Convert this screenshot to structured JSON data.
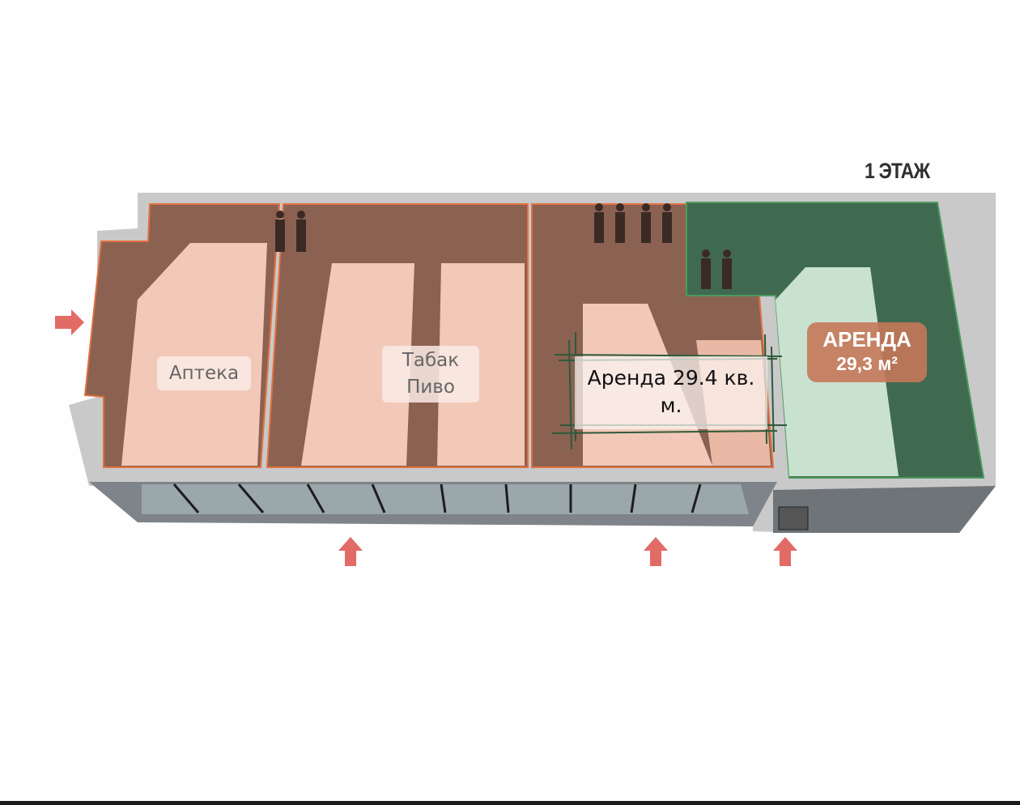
{
  "floor_title": "1 ЭТАЖ",
  "rooms": {
    "pharmacy": "Аптека",
    "tobacco_line1": "Табак",
    "tobacco_line2": "Пиво",
    "rent_note_line1": "Аренда 29.4 кв.",
    "rent_note_line2": "м.",
    "rent_badge_title": "АРЕНДА",
    "rent_badge_area": "29,3 м²"
  },
  "colors": {
    "occupied_floor": "#f2c9b8",
    "occupied_walls": "#8c6454",
    "rent_floor": "#c9e1cf",
    "rent_walls": "#3f6a50",
    "entrance_arrow": "#e26b66",
    "outer_wall": "#c8c8c8"
  }
}
